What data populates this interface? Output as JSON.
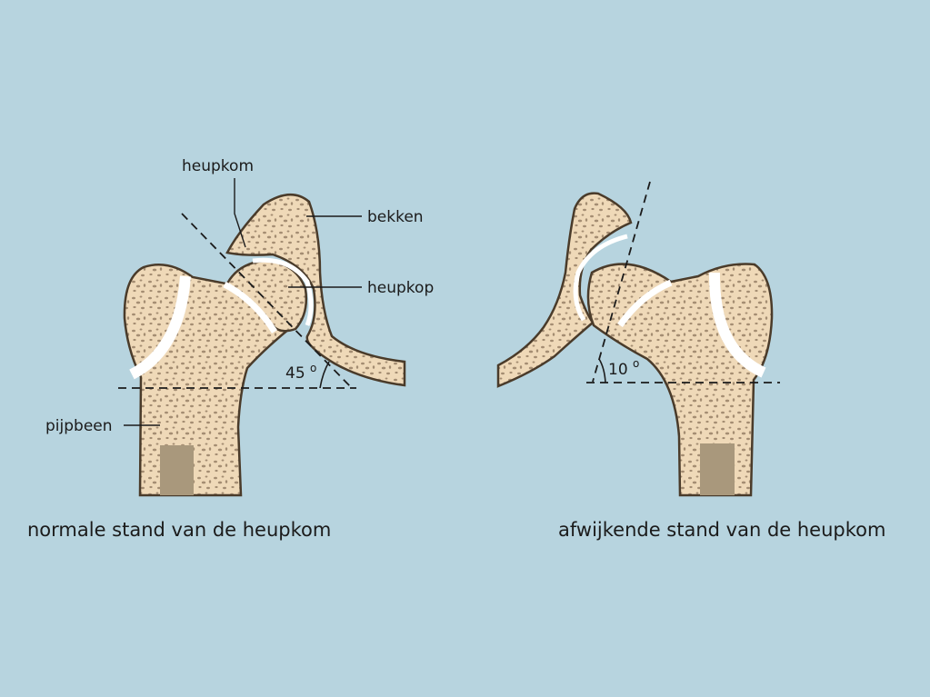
{
  "labels": {
    "acetabulum": "heupkom",
    "pelvis": "bekken",
    "femoral_head": "heupkop",
    "femur": "pijpbeen"
  },
  "angles": {
    "normal": "45",
    "abnormal": "10",
    "unit": "o"
  },
  "captions": {
    "normal": "normale stand van de heupkom",
    "abnormal": "afwijkende stand van de heupkom"
  },
  "colors": {
    "background": "#b7d4df",
    "bone": "#efd9b8",
    "outline": "#4a3b2a",
    "spongy": "#a48d72",
    "marrow": "#a9987c",
    "cartilage": "#ffffff"
  }
}
